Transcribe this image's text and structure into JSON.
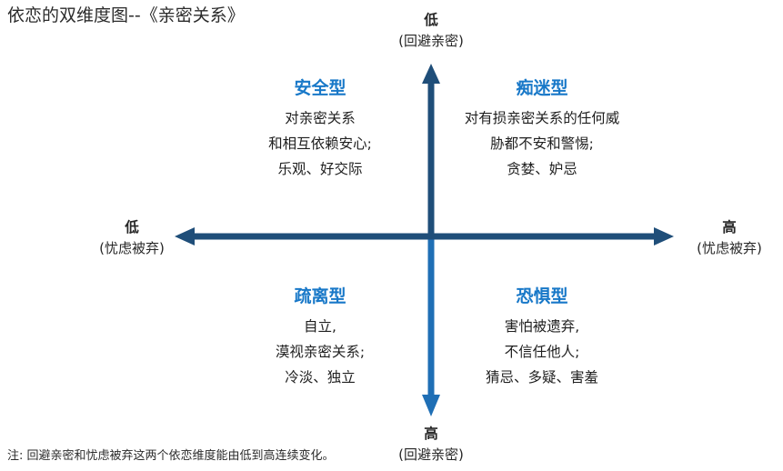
{
  "title": "依恋的双维度图--《亲密关系》",
  "colors": {
    "axis_vertical_top": "#1F4E79",
    "axis_vertical_bottom": "#1F6FB5",
    "axis_horizontal": "#1F4E79",
    "quadrant_heading": "#1878C8",
    "body_text": "#1f1f1f",
    "title_text": "#2b2b2b"
  },
  "axes": {
    "vertical": {
      "name": "回避亲密",
      "top": {
        "level": "低",
        "dimension": "(回避亲密)"
      },
      "bottom": {
        "level": "高",
        "dimension": "(回避亲密)"
      }
    },
    "horizontal": {
      "name": "忧虑被弃",
      "left": {
        "level": "低",
        "dimension": "(忧虑被弃)"
      },
      "right": {
        "level": "高",
        "dimension": "(忧虑被弃)"
      }
    }
  },
  "quadrants": {
    "top_left": {
      "heading": "安全型",
      "lines": [
        "对亲密关系",
        "和相互依赖安心;",
        "乐观、好交际"
      ]
    },
    "top_right": {
      "heading": "痴迷型",
      "lines": [
        "对有损亲密关系的任何威",
        "胁都不安和警惕;",
        "贪婪、妒忌"
      ]
    },
    "bottom_left": {
      "heading": "疏离型",
      "lines": [
        "自立,",
        "漠视亲密关系;",
        "冷淡、独立"
      ]
    },
    "bottom_right": {
      "heading": "恐惧型",
      "lines": [
        "害怕被遗弃,",
        "不信任他人;",
        "猜忌、多疑、害羞"
      ]
    }
  },
  "footnote": "注: 回避亲密和忧虑被弃这两个依恋维度能由低到高连续变化。"
}
